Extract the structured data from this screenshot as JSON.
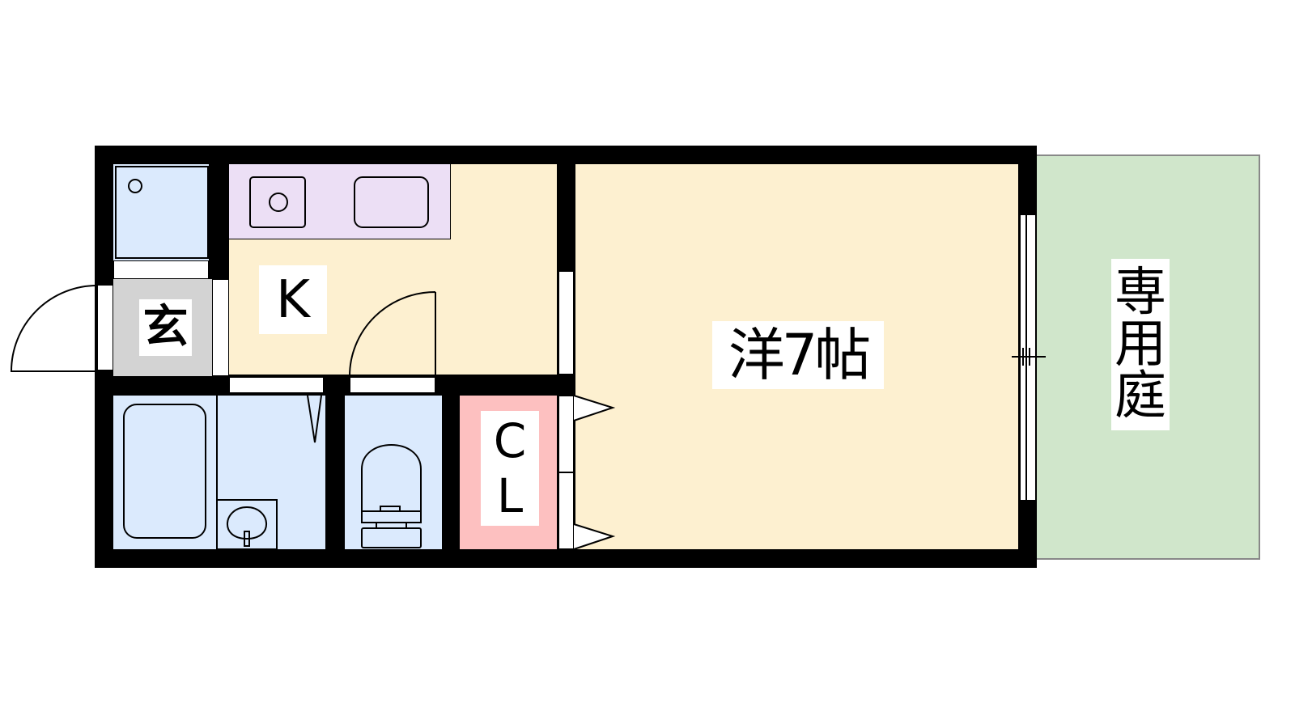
{
  "rooms": {
    "kitchen": {
      "label": "K"
    },
    "entrance": {
      "label": "玄"
    },
    "closet": {
      "label_line1": "C",
      "label_line2": "L"
    },
    "western_room": {
      "label": "洋7帖"
    },
    "private_garden": {
      "label_line1": "専",
      "label_line2": "用",
      "label_line3": "庭"
    }
  },
  "colors": {
    "room": "#fdf0d0",
    "kitchen_counter": "#ecdff5",
    "wet_area": "#dbeafd",
    "entrance": "#d3d3d3",
    "closet": "#fdc0c0",
    "garden": "#d0e6cb",
    "wall": "#000000"
  }
}
